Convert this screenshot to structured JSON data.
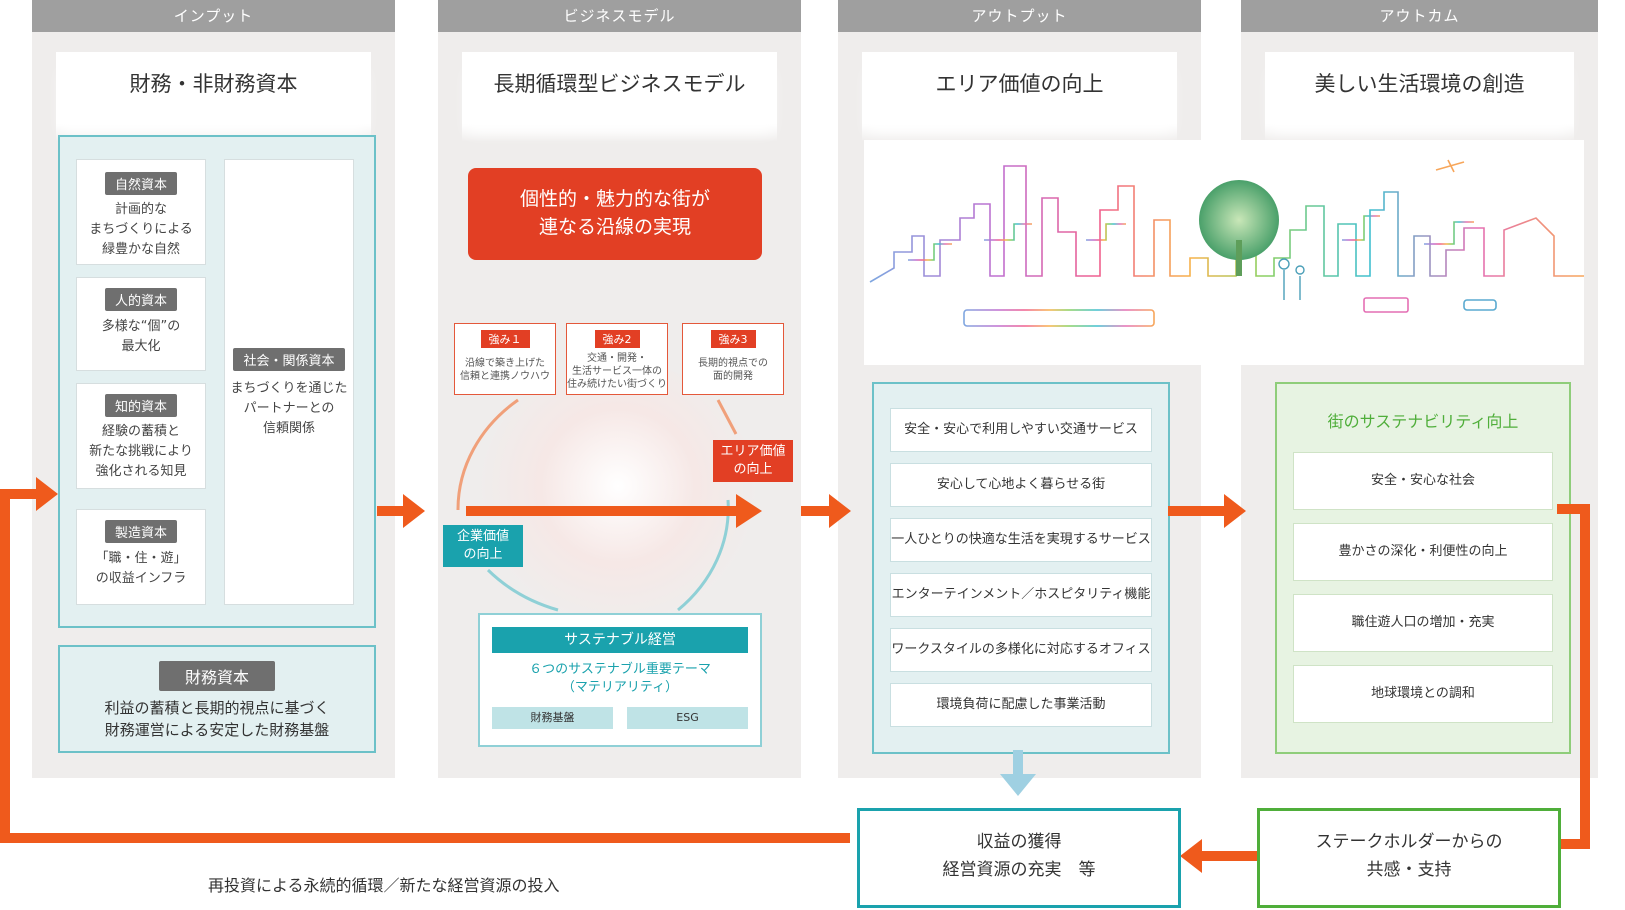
{
  "columns": {
    "input": {
      "header": "インプット",
      "title": "財務・非財務資本"
    },
    "business": {
      "header": "ビジネスモデル",
      "title": "長期循環型ビジネスモデル"
    },
    "output": {
      "header": "アウトプット",
      "title": "エリア価値の向上"
    },
    "outcome": {
      "header": "アウトカム",
      "title": "美しい生活環境の創造"
    }
  },
  "input": {
    "capitals": [
      {
        "tag": "自然資本",
        "text": [
          "計画的な",
          "まちづくりによる",
          "緑豊かな自然"
        ]
      },
      {
        "tag": "人的資本",
        "text": [
          "多様な“個”の",
          "最大化"
        ]
      },
      {
        "tag": "知的資本",
        "text": [
          "経験の蓄積と",
          "新たな挑戦により",
          "強化される知見"
        ]
      },
      {
        "tag": "製造資本",
        "text": [
          "「職・住・遊」",
          "の収益インフラ"
        ]
      }
    ],
    "social": {
      "tag": "社会・関係資本",
      "text": [
        "まちづくりを通じた",
        "パートナーとの",
        "信頼関係"
      ]
    },
    "financial": {
      "tag": "財務資本",
      "text": [
        "利益の蓄積と長期的視点に基づく",
        "財務運営による安定した財務基盤"
      ]
    }
  },
  "business": {
    "headline": [
      "個性的・魅力的な街が",
      "連なる沿線の実現"
    ],
    "strengths": [
      {
        "label": "強み１",
        "text": [
          "沿線で築き上げた",
          "信頼と連携ノウハウ"
        ]
      },
      {
        "label": "強み2",
        "text": [
          "交通・開発・",
          "生活サービス一体の",
          "住み続けたい街づくり"
        ]
      },
      {
        "label": "強み3",
        "text": [
          "長期的視点での",
          "面的開発"
        ]
      }
    ],
    "area_value": [
      "エリア価値",
      "の向上"
    ],
    "corp_value": [
      "企業価値",
      "の向上"
    ],
    "sustainable": {
      "title": "サステナブル経営",
      "theme": [
        "６つのサステナブル重要テーマ",
        "（マテリアリティ）"
      ],
      "pills": [
        "財務基盤",
        "ESG"
      ]
    }
  },
  "output": {
    "items": [
      "安全・安心で利用しやすい交通サービス",
      "安心して心地よく暮らせる街",
      "一人ひとりの快適な生活を実現するサービス",
      "エンターテインメント／ホスピタリティ機能",
      "ワークスタイルの多様化に対応するオフィス",
      "環境負荷に配慮した事業活動"
    ]
  },
  "outcome": {
    "title": "街のサステナビリティ向上",
    "items": [
      "安全・安心な社会",
      "豊かさの深化・利便性の向上",
      "職住遊人口の増加・充実",
      "地球環境との調和"
    ]
  },
  "bottom": {
    "revenue": [
      "収益の獲得",
      "経営資源の充実　等"
    ],
    "stakeholder": [
      "ステークホルダーからの",
      "共感・支持"
    ],
    "loop_label": "再投資による永続的循環／新たな経営資源の投入"
  },
  "colors": {
    "accent_orange": "#ef5a1c",
    "red": "#e23f24",
    "teal": "#6cc1c8",
    "green": "#7ac060"
  }
}
